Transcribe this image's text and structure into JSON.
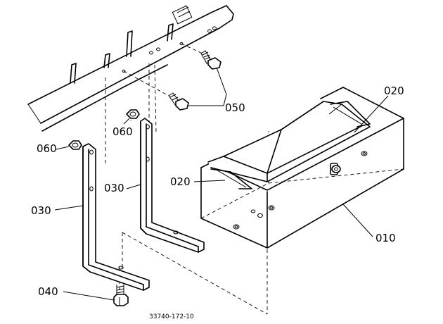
{
  "labels": {
    "p010": "010",
    "p020_top": "020",
    "p020_left": "020",
    "p030_left": "030",
    "p030_mid": "030",
    "p040": "040",
    "p050": "050",
    "p060_left": "060",
    "p060_mid": "060"
  },
  "caption": "33740-172-10"
}
